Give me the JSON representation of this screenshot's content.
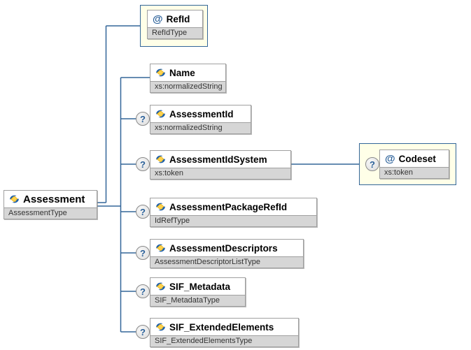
{
  "diagram": {
    "root": {
      "label": "Assessment",
      "type": "AssessmentType"
    },
    "attribute": {
      "label": "RefId",
      "type": "RefIdType"
    },
    "children": [
      {
        "label": "Name",
        "type": "xs:normalizedString",
        "optional": false
      },
      {
        "label": "AssessmentId",
        "type": "xs:normalizedString",
        "optional": true
      },
      {
        "label": "AssessmentIdSystem",
        "type": "xs:token",
        "optional": true
      },
      {
        "label": "AssessmentPackageRefId",
        "type": "IdRefType",
        "optional": true
      },
      {
        "label": "AssessmentDescriptors",
        "type": "AssessmentDescriptorListType",
        "optional": true
      },
      {
        "label": "SIF_Metadata",
        "type": "SIF_MetadataType",
        "optional": true
      },
      {
        "label": "SIF_ExtendedElements",
        "type": "SIF_ExtendedElementsType",
        "optional": true
      }
    ],
    "linked_attribute": {
      "label": "Codeset",
      "type": "xs:token",
      "optional": true
    }
  },
  "icons": {
    "attribute_glyph": "@",
    "optional_glyph": "?",
    "element_icon": "element-diamond-icon"
  },
  "colors": {
    "connector_line": "#336699",
    "container_fill": "#FFFFE8",
    "container_border": "#336699",
    "node_border": "#A0A0A0",
    "type_bar_fill": "#D6D6D6",
    "attribute_glyph_color": "#2A6099",
    "optional_glyph_color": "#2A6099"
  }
}
